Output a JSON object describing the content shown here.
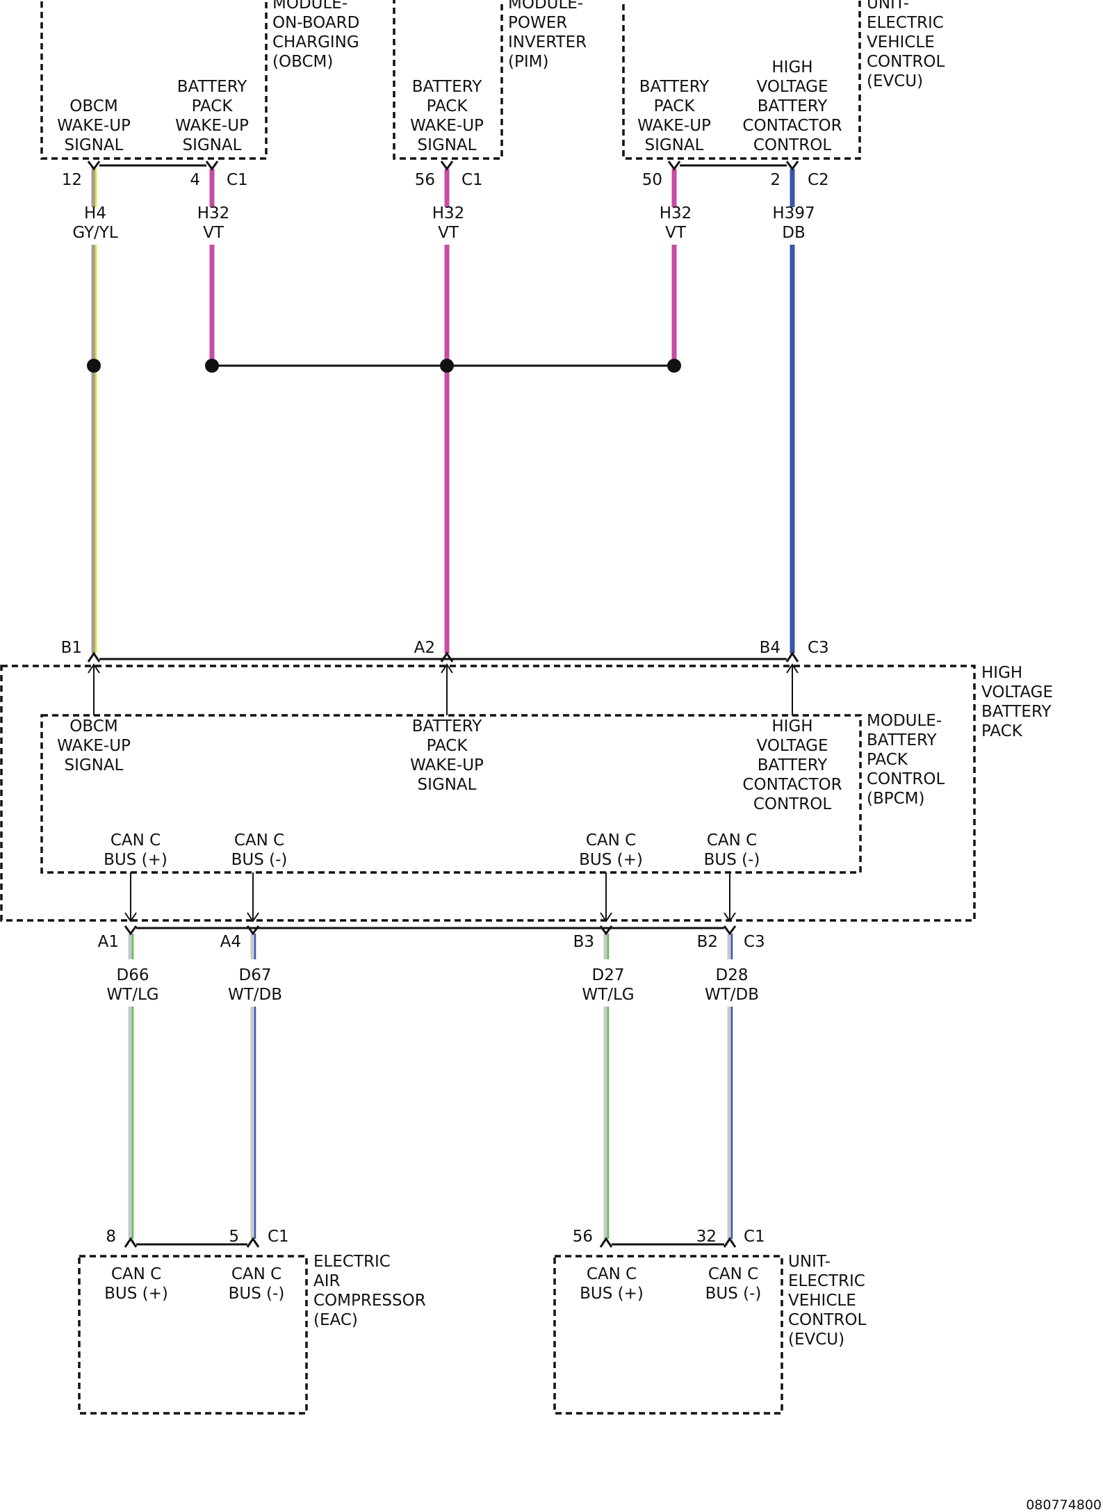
{
  "colors": {
    "VT": "#c64ca5",
    "DB": "#3a56aa",
    "GY": "#9e9ea0",
    "YL": "#ece21c",
    "WT": "#c5c8cc",
    "LG": "#5bbf4c",
    "outline": "#111111"
  },
  "modules": {
    "obcm": {
      "title": [
        "MODULE-",
        "ON-BOARD",
        "CHARGING",
        "(OBCM)"
      ],
      "pin_labels": [
        [
          "OBCM",
          "WAKE-UP",
          "SIGNAL"
        ],
        [
          "BATTERY",
          "PACK",
          "WAKE-UP",
          "SIGNAL"
        ]
      ]
    },
    "pim": {
      "title": [
        "MODULE-",
        "POWER",
        "INVERTER",
        "(PIM)"
      ],
      "pin_labels": [
        [
          "BATTERY",
          "PACK",
          "WAKE-UP",
          "SIGNAL"
        ]
      ]
    },
    "evcu_top": {
      "title": [
        "UNIT-",
        "ELECTRIC",
        "VEHICLE",
        "CONTROL",
        "(EVCU)"
      ],
      "pin_labels": [
        [
          "BATTERY",
          "PACK",
          "WAKE-UP",
          "SIGNAL"
        ],
        [
          "HIGH",
          "VOLTAGE",
          "BATTERY",
          "CONTACTOR",
          "CONTROL"
        ]
      ]
    },
    "hv_pack": {
      "title": [
        "HIGH",
        "VOLTAGE",
        "BATTERY",
        "PACK"
      ]
    },
    "bpcm": {
      "title": [
        "MODULE-",
        "BATTERY",
        "PACK",
        "CONTROL",
        "(BPCM)"
      ],
      "pin_labels": [
        [
          "OBCM",
          "WAKE-UP",
          "SIGNAL"
        ],
        [
          "BATTERY",
          "PACK",
          "WAKE-UP",
          "SIGNAL"
        ],
        [
          "HIGH",
          "VOLTAGE",
          "BATTERY",
          "CONTACTOR",
          "CONTROL"
        ]
      ],
      "can_labels": [
        [
          "CAN C",
          "BUS (+)"
        ],
        [
          "CAN C",
          "BUS (-)"
        ],
        [
          "CAN C",
          "BUS (+)"
        ],
        [
          "CAN C",
          "BUS (-)"
        ]
      ]
    },
    "eac": {
      "title": [
        "ELECTRIC",
        "AIR",
        "COMPRESSOR",
        "(EAC)"
      ],
      "pin_labels": [
        [
          "CAN C",
          "BUS (+)"
        ],
        [
          "CAN C",
          "BUS (-)"
        ]
      ]
    },
    "evcu_bottom": {
      "title": [
        "UNIT-",
        "ELECTRIC",
        "VEHICLE",
        "CONTROL",
        "(EVCU)"
      ],
      "pin_labels": [
        [
          "CAN C",
          "BUS (+)"
        ],
        [
          "CAN C",
          "BUS (-)"
        ]
      ]
    }
  },
  "connectors": {
    "obcm": {
      "name": "C1",
      "pins": [
        "12",
        "4"
      ]
    },
    "pim": {
      "name": "C1",
      "pins": [
        "56"
      ]
    },
    "evcu_top": {
      "name": "C2",
      "pins": [
        "50",
        "2"
      ]
    },
    "bpcm_top": {
      "name": "C3",
      "pins": [
        "B1",
        "A2",
        "B4"
      ]
    },
    "bpcm_bottom": {
      "name": "C3",
      "pins": [
        "A1",
        "A4",
        "B3",
        "B2"
      ]
    },
    "eac": {
      "name": "C1",
      "pins": [
        "8",
        "5"
      ]
    },
    "evcu_bottom": {
      "name": "C1",
      "pins": [
        "56",
        "32"
      ]
    }
  },
  "wires": [
    {
      "id": "H4",
      "color_code": "GY/YL",
      "base": "GY",
      "stripe": "YL"
    },
    {
      "id": "H32",
      "color_code": "VT",
      "base": "VT"
    },
    {
      "id": "H32",
      "color_code": "VT",
      "base": "VT"
    },
    {
      "id": "H32",
      "color_code": "VT",
      "base": "VT"
    },
    {
      "id": "H397",
      "color_code": "DB",
      "base": "DB"
    },
    {
      "id": "D66",
      "color_code": "WT/LG",
      "base": "WT",
      "stripe": "LG"
    },
    {
      "id": "D67",
      "color_code": "WT/DB",
      "base": "WT",
      "stripe": "DB"
    },
    {
      "id": "D27",
      "color_code": "WT/LG",
      "base": "WT",
      "stripe": "LG"
    },
    {
      "id": "D28",
      "color_code": "WT/DB",
      "base": "WT",
      "stripe": "DB"
    }
  ],
  "figure_id": "080774800"
}
